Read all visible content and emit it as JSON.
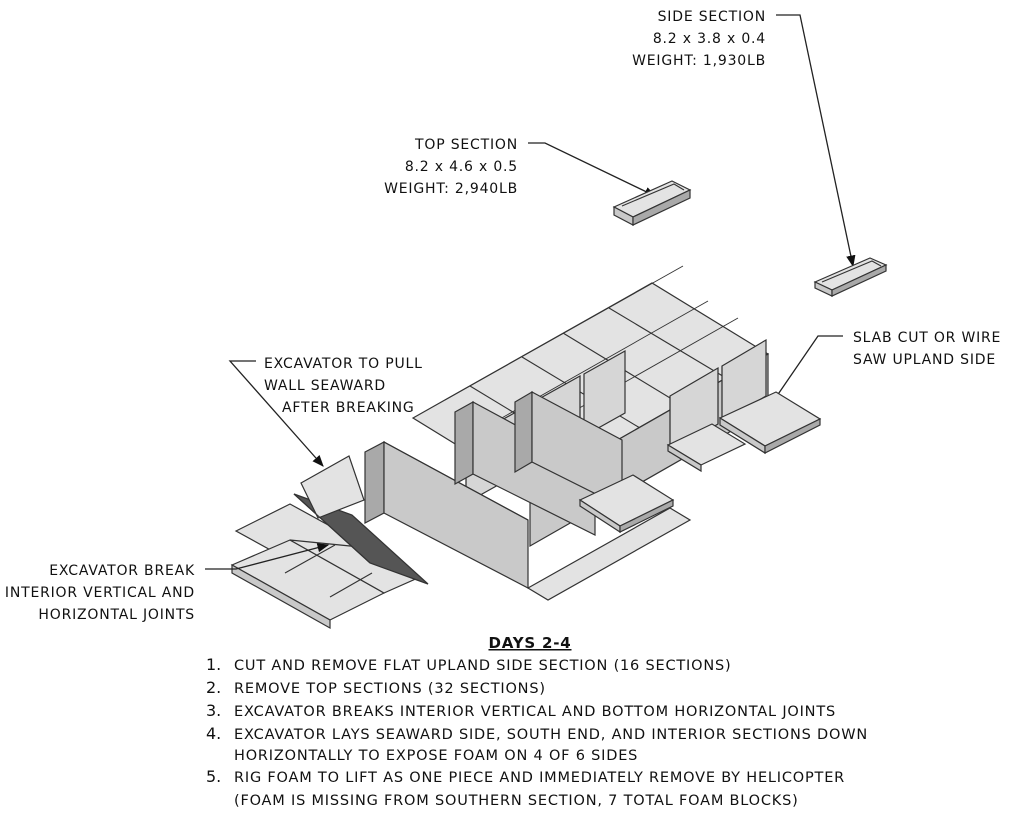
{
  "callouts": {
    "side_section": {
      "title": "SIDE SECTION",
      "dims": "8.2 x 3.8 x 0.4",
      "weight": "WEIGHT: 1,930LB"
    },
    "top_section": {
      "title": "TOP SECTION",
      "dims": "8.2 x 4.6 x 0.5",
      "weight": "WEIGHT: 2,940LB"
    },
    "slab_cut": {
      "line1": "SLAB CUT OR WIRE",
      "line2": "SAW UPLAND SIDE"
    },
    "excavator_pull": {
      "line1": "EXCAVATOR TO PULL",
      "line2": "WALL SEAWARD",
      "line3": "AFTER BREAKING"
    },
    "excavator_break": {
      "line1": "EXCAVATOR BREAK",
      "line2": "INTERIOR VERTICAL AND",
      "line3": "HORIZONTAL JOINTS"
    }
  },
  "notes": {
    "heading": "DAYS 2-4",
    "steps": [
      {
        "num": "1.",
        "text": "CUT AND REMOVE FLAT UPLAND SIDE SECTION (16 SECTIONS)"
      },
      {
        "num": "2.",
        "text": "REMOVE TOP SECTIONS (32 SECTIONS)"
      },
      {
        "num": "3.",
        "text": "EXCAVATOR BREAKS INTERIOR VERTICAL AND BOTTOM HORIZONTAL JOINTS"
      },
      {
        "num": "4.",
        "text": "EXCAVATOR LAYS SEAWARD SIDE, SOUTH END, AND INTERIOR SECTIONS DOWN",
        "text2": "HORIZONTALLY TO EXPOSE FOAM ON 4 OF 6 SIDES"
      },
      {
        "num": "5.",
        "text": "RIG FOAM TO LIFT AS ONE PIECE AND IMMEDIATELY REMOVE BY HELICOPTER",
        "text2": "(FOAM IS MISSING FROM SOUTHERN SECTION, 7 TOTAL FOAM BLOCKS)"
      }
    ]
  }
}
